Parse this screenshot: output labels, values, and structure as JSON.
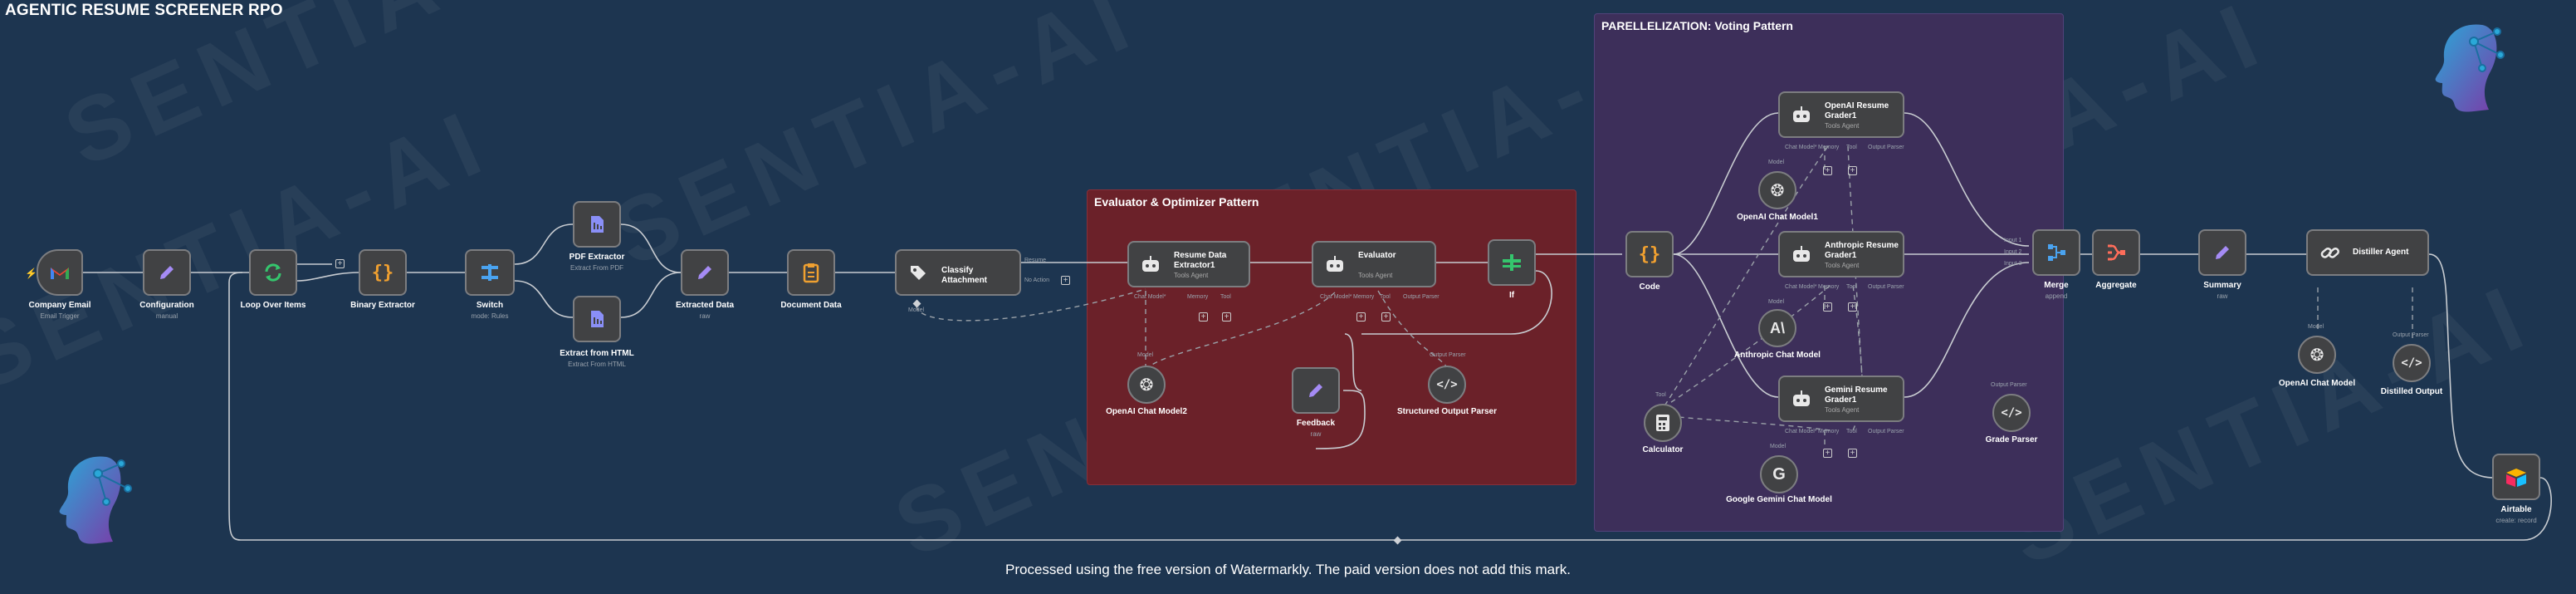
{
  "title": "AGENTIC RESUME SCREENER RPO",
  "watermark": "SENTIA-AI",
  "footer": "Processed using the free version of Watermarkly. The paid version does not add this mark.",
  "sticky_notes": {
    "evaluator": "Evaluator & Optimizer Pattern",
    "parallel": "PARELLELIZATION: Voting Pattern"
  },
  "colors": {
    "canvas": "#1d3550",
    "evaluator_note": "#6b2129",
    "parallel_note": "#3d2f5a",
    "node": "#414244"
  },
  "nodes": {
    "company_email": {
      "label": "Company Email",
      "sub": "Email Trigger",
      "icon": "gmail-icon"
    },
    "configuration": {
      "label": "Configuration",
      "sub": "manual",
      "icon": "pencil-icon"
    },
    "loop": {
      "label": "Loop Over Items",
      "icon": "loop-icon"
    },
    "binary_extractor": {
      "label": "Binary Extractor",
      "icon": "code-braces-icon"
    },
    "switch": {
      "label": "Switch",
      "sub": "mode: Rules",
      "icon": "switch-icon"
    },
    "pdf_extractor": {
      "label": "PDF Extractor",
      "sub": "Extract From PDF",
      "icon": "file-extract-icon"
    },
    "html_extractor": {
      "label": "Extract from HTML",
      "sub": "Extract From HTML",
      "icon": "file-extract-icon"
    },
    "extracted_data": {
      "label": "Extracted Data",
      "sub": "raw",
      "icon": "pencil-icon"
    },
    "document_data": {
      "label": "Document Data",
      "icon": "document-icon"
    },
    "classify": {
      "label": "Classify Attachment",
      "icon": "tag-icon",
      "out1": "Resume",
      "out2": "No Action"
    },
    "resume_extractor": {
      "label": "Resume Data Extractor1",
      "sub": "Tools Agent",
      "icon": "robot-icon"
    },
    "evaluator": {
      "label": "Evaluator",
      "sub": "Tools Agent",
      "icon": "robot-icon"
    },
    "if": {
      "label": "If",
      "icon": "if-icon"
    },
    "openai_model2": {
      "label": "OpenAI Chat Model2",
      "icon": "openai-icon"
    },
    "feedback": {
      "label": "Feedback",
      "sub": "raw",
      "icon": "pencil-icon"
    },
    "structured_parser": {
      "label": "Structured Output Parser",
      "icon": "code-tag-icon"
    },
    "code": {
      "label": "Code",
      "icon": "code-braces-icon"
    },
    "openai_grader": {
      "label": "OpenAI Resume Grader1",
      "sub": "Tools Agent",
      "icon": "robot-icon"
    },
    "openai_model1": {
      "label": "OpenAI Chat Model1",
      "icon": "openai-icon"
    },
    "anthropic_grader": {
      "label": "Anthropic Resume Grader1",
      "sub": "Tools Agent",
      "icon": "robot-icon"
    },
    "anthropic_model": {
      "label": "Anthropic Chat Model",
      "icon": "anthropic-icon"
    },
    "gemini_grader": {
      "label": "Gemini Resume Grader1",
      "sub": "Tools Agent",
      "icon": "robot-icon"
    },
    "gemini_model": {
      "label": "Google Gemini Chat Model",
      "icon": "google-icon"
    },
    "calculator": {
      "label": "Calculator",
      "icon": "calculator-icon"
    },
    "grade_parser": {
      "label": "Grade Parser",
      "icon": "code-tag-icon"
    },
    "merge": {
      "label": "Merge",
      "sub": "append",
      "icon": "merge-icon",
      "inputs": [
        "Input 1",
        "Input 2",
        "Input 3"
      ]
    },
    "aggregate": {
      "label": "Aggregate",
      "icon": "aggregate-icon"
    },
    "summary": {
      "label": "Summary",
      "sub": "raw",
      "icon": "pencil-icon"
    },
    "distiller": {
      "label": "Distiller Agent",
      "icon": "link-icon"
    },
    "openai_model_d": {
      "label": "OpenAI Chat Model",
      "icon": "openai-icon"
    },
    "distilled_output": {
      "label": "Distilled Output",
      "icon": "code-tag-icon"
    },
    "airtable": {
      "label": "Airtable",
      "sub": "create: record",
      "icon": "airtable-icon"
    }
  },
  "port_labels": {
    "chat_model": "Chat Model*",
    "memory": "Memory",
    "tool": "Tool",
    "output_parser": "Output Parser",
    "model": "Model"
  }
}
